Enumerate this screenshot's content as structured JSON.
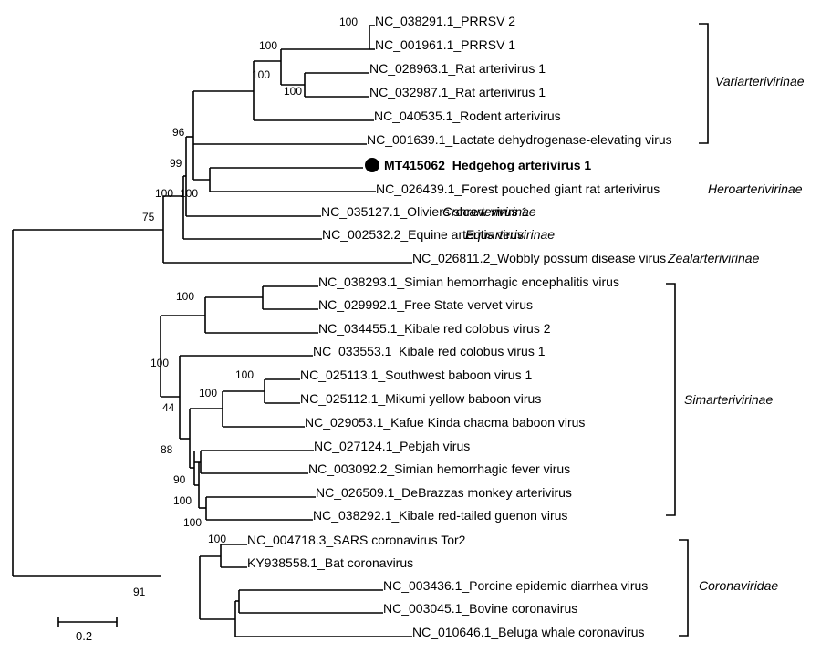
{
  "highlight_marker_color": "#000000",
  "taxa": [
    "NC_038291.1_PRRSV 2",
    "NC_001961.1_PRRSV 1",
    "NC_028963.1_Rat arterivirus 1",
    "NC_032987.1_Rat arterivirus 1",
    "NC_040535.1_Rodent arterivirus",
    "NC_001639.1_Lactate dehydrogenase-elevating virus",
    "MT415062_Hedgehog arterivirus 1",
    "NC_026439.1_Forest pouched giant rat arterivirus",
    "NC_035127.1_Oliviers shrew virus 1",
    "NC_002532.2_Equine arteritis virus",
    "NC_026811.2_Wobbly possum disease virus",
    "NC_038293.1_Simian hemorrhagic encephalitis virus",
    "NC_029992.1_Free State vervet virus",
    "NC_034455.1_Kibale red colobus virus 2",
    "NC_033553.1_Kibale red colobus virus 1",
    "NC_025113.1_Southwest baboon virus 1",
    "NC_025112.1_Mikumi yellow baboon virus",
    "NC_029053.1_Kafue Kinda chacma baboon virus",
    "NC_027124.1_Pebjah virus",
    "NC_003092.2_Simian hemorrhagic fever virus",
    "NC_026509.1_DeBrazzas monkey arterivirus",
    "NC_038292.1_Kibale red-tailed guenon virus",
    "NC_004718.3_SARS coronavirus Tor2",
    "KY938558.1_Bat coronavirus",
    "NC_003436.1_Porcine epidemic diarrhea virus",
    "NC_003045.1_Bovine coronavirus",
    "NC_010646.1_Beluga whale coronavirus"
  ],
  "bootstrap": [
    "100",
    "100",
    "100",
    "100",
    "96",
    "99",
    "100",
    "100",
    "75",
    "100",
    "100",
    "100",
    "44",
    "100",
    "88",
    "90",
    "100",
    "100",
    "100",
    "91"
  ],
  "clades": [
    "Variarterivirinae",
    "Heroarterivirinae",
    "Crocarterivirinae",
    "Equarterivirinae",
    "Zealarterivirinae",
    "Simarterivirinae",
    "Coronaviridae"
  ],
  "scale_bar": {
    "label": "0.2",
    "value": 0.2
  }
}
